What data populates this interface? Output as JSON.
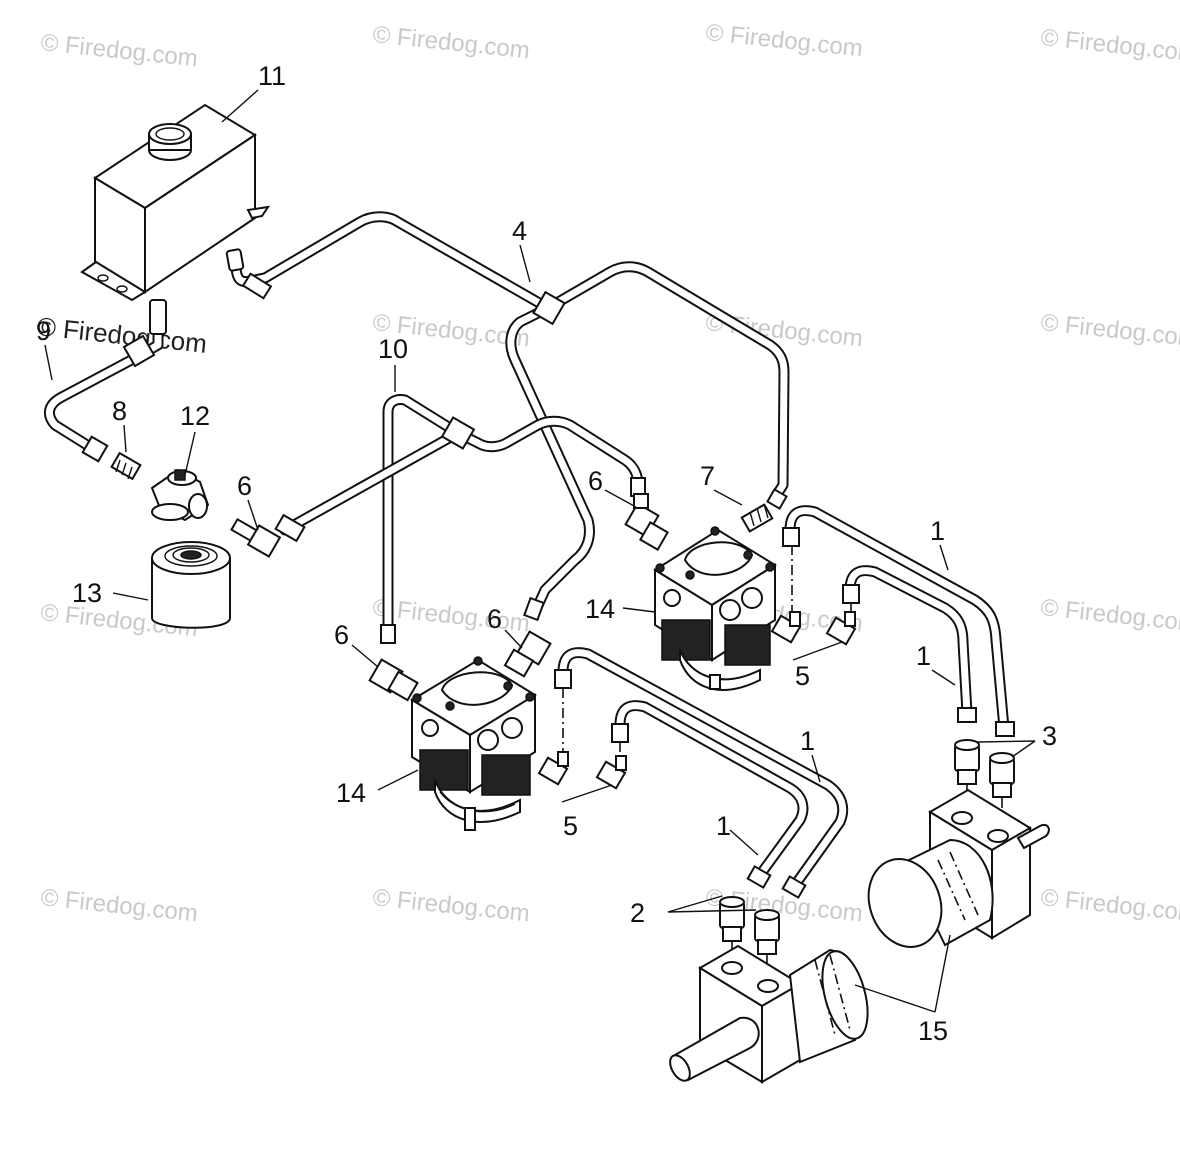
{
  "watermark": "© Firedog.com",
  "callouts": {
    "c1a": "1",
    "c1b": "1",
    "c1c": "1",
    "c1d": "1",
    "c2": "2",
    "c3": "3",
    "c4": "4",
    "c5a": "5",
    "c5b": "5",
    "c6a": "6",
    "c6b": "6",
    "c6c": "6",
    "c6d": "6",
    "c7": "7",
    "c8": "8",
    "c9": "9",
    "c10": "10",
    "c11": "11",
    "c12": "12",
    "c13": "13",
    "c14a": "14",
    "c14b": "14",
    "c15": "15"
  }
}
